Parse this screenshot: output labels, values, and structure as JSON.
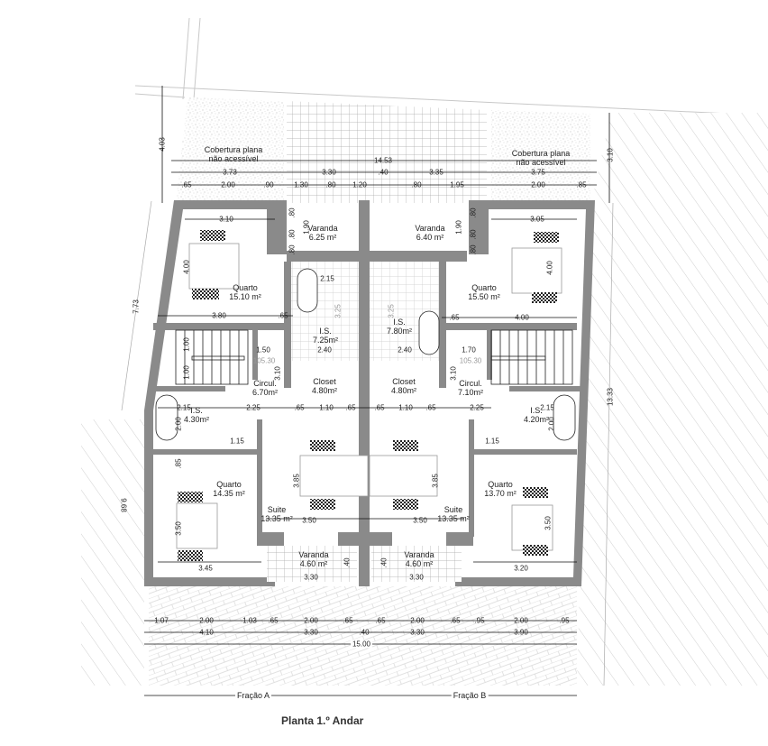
{
  "title": "Planta 1.º Andar",
  "fractions": [
    {
      "label": "Fração A"
    },
    {
      "label": "Fração B"
    }
  ],
  "roof": {
    "left": {
      "line1": "Cobertura plana",
      "line2": "não acessível"
    },
    "right": {
      "line1": "Cobertura plana",
      "line2": "não acessível"
    }
  },
  "rooms": {
    "varanda_top_left": {
      "name": "Varanda",
      "area": "6.25 m²"
    },
    "varanda_top_right": {
      "name": "Varanda",
      "area": "6.40 m²"
    },
    "quarto_top_left": {
      "name": "Quarto",
      "area": "15.10 m²"
    },
    "quarto_top_right": {
      "name": "Quarto",
      "area": "15.50 m²"
    },
    "is_center_left": {
      "name": "I.S.",
      "area": "7.25m²"
    },
    "is_center_right": {
      "name": "I.S.",
      "area": "7.80m²"
    },
    "circul_left": {
      "name": "Circul.",
      "area": "6.70m²"
    },
    "circul_right": {
      "name": "Circul.",
      "area": "7.10m²"
    },
    "closet_left": {
      "name": "Closet",
      "area": "4.80m²"
    },
    "closet_right": {
      "name": "Closet",
      "area": "4.80m²"
    },
    "is_side_left": {
      "name": "I.S.",
      "area": "4.30m²"
    },
    "is_side_right": {
      "name": "I.S.",
      "area": "4.20m²"
    },
    "quarto_bottom_left": {
      "name": "Quarto",
      "area": "14.35 m²"
    },
    "quarto_bottom_right": {
      "name": "Quarto",
      "area": "13.70 m²"
    },
    "suite_left": {
      "name": "Suite",
      "area": "13.35 m²"
    },
    "suite_right": {
      "name": "Suite",
      "area": "13.35 m²"
    },
    "varanda_bottom_left": {
      "name": "Varanda",
      "area": "4.60 m²"
    },
    "varanda_bottom_right": {
      "name": "Varanda",
      "area": "4.60 m²"
    }
  },
  "dimensions": {
    "top_overall": "14.53",
    "top_row2": [
      "3.73",
      "3.30",
      ".40",
      "3.35",
      "3.75"
    ],
    "top_row3": [
      ".65",
      "2.00",
      ".90",
      "1.30",
      ".80",
      "1.20",
      ".80",
      "1.95",
      "2.00",
      ".85"
    ],
    "left_top_height": "4.03",
    "left_diag": "7.73",
    "left_bottom": "9.68",
    "right_top_height": "3.10",
    "right_diag": "13.33",
    "bottom_row1": [
      "1.07",
      "2.00",
      "1.03",
      ".65",
      "2.00",
      ".65",
      ".65",
      "2.00",
      ".65",
      ".95",
      "2.00",
      ".95"
    ],
    "bottom_row2": [
      "4.10",
      "3.30",
      ".40",
      "3.30",
      "3.90"
    ],
    "bottom_overall": "15.00",
    "interior": {
      "q_tl_width": "3.10",
      "q_tl_bottom": "3.80",
      "q_tl_door": ".65",
      "q_tl_height": "4.00",
      "q_tr_width": "3.05",
      "q_tr_bottom": "4.00",
      "q_tr_door": ".65",
      "q_tr_height": "4.00",
      "var_tl_h1": ".80",
      "var_tl_h2": ".80",
      "var_tl_h3": ".80",
      "var_tl_depth": "1.90",
      "var_tr_h1": ".80",
      "var_tr_h2": ".80",
      "var_tr_h3": ".80",
      "var_tr_depth": "1.90",
      "is_cl_width": "2.15",
      "is_cl_height": "3.25",
      "is_cr_height": "3.25",
      "stair_l_w": "1.50",
      "stair_r_w": "1.70",
      "is_cl_w2": "2.40",
      "is_cr_w2": "2.40",
      "stair_l_h1": "1.00",
      "stair_l_h2": "1.00",
      "level_l": "105.30",
      "level_r": "105.30",
      "circ_l_h": "3.10",
      "circ_r_h": "3.10",
      "row_l": [
        "2.25",
        ".65",
        "1.10",
        ".65"
      ],
      "row_r": [
        ".65",
        "1.10",
        ".65",
        "2.25"
      ],
      "is_sl_w": "2.15",
      "is_sl_h": "2.00",
      "is_sr_w": "2.15",
      "is_sr_h": "2.00",
      "hall_l": "1.15",
      "hall_r": "1.15",
      "q_bl_top": ".85",
      "q_bl_h": "3.50",
      "q_bl_w": "3.45",
      "q_br_h": "3.50",
      "q_br_w": "3.20",
      "suite_l_h": "3.85",
      "suite_l_w": "3.50",
      "suite_r_h": "3.85",
      "suite_r_w": "3.50",
      "var_bl_w": "3.30",
      "var_bl_h": ".40",
      "var_br_w": "3.30",
      "var_br_h": ".40"
    }
  },
  "colors": {
    "wall": "#8a8a8a",
    "wall_dark": "#7a7a7a",
    "line": "#111111",
    "tile_grid": "#9a9a9a",
    "hatch": "#d4d4d4",
    "speckle": "#b5b5b5"
  }
}
